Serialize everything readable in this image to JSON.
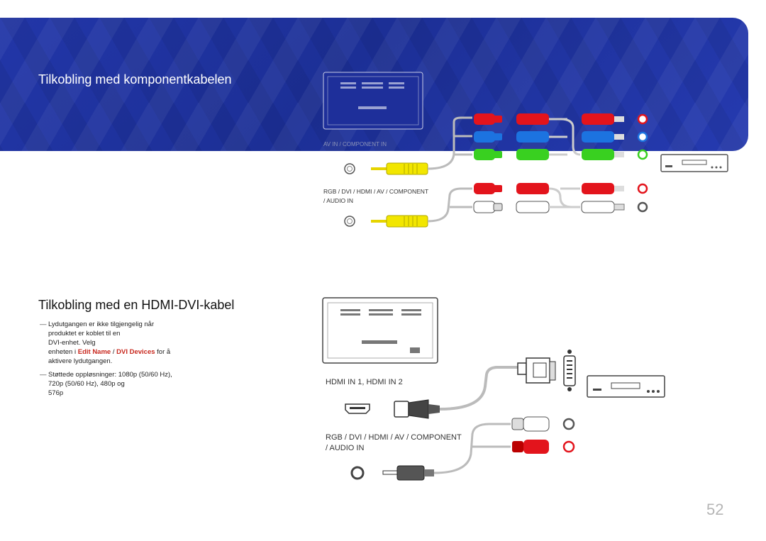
{
  "sections": [
    {
      "title": "Tilkobling med komponentkabelen"
    },
    {
      "title": "Tilkobling med en HDMI-DVI-kabel"
    }
  ],
  "diagram1": {
    "port_label_top": "AV IN / COMPONENT IN",
    "audio_label_line1": "RGB / DVI / HDMI / AV / COMPONENT",
    "audio_label_line2": "/ AUDIO IN"
  },
  "diagram2": {
    "hdmi_label": "HDMI IN 1, HDMI IN 2",
    "audio_label_line1": "RGB / DVI / HDMI / AV / COMPONENT",
    "audio_label_line2": "/ AUDIO IN"
  },
  "notes": [
    {
      "dash": "―",
      "line1": "Lydutgangen er ikke tilgjengelig når",
      "line2": "produktet er koblet til en",
      "line3": "DVI-enhet. Velg",
      "prefix": "enheten i ",
      "link1": "Edit Name",
      "sep": " / ",
      "link2": "DVI Devices",
      "suffix": " for å",
      "line5": "aktivere lydutgangen."
    },
    {
      "dash": "―",
      "text1": "Støttede oppløsninger: 1080p (50/60 Hz), 720p (50/60 Hz), 480p og",
      "text2": "576p"
    }
  ],
  "page_number": "52"
}
